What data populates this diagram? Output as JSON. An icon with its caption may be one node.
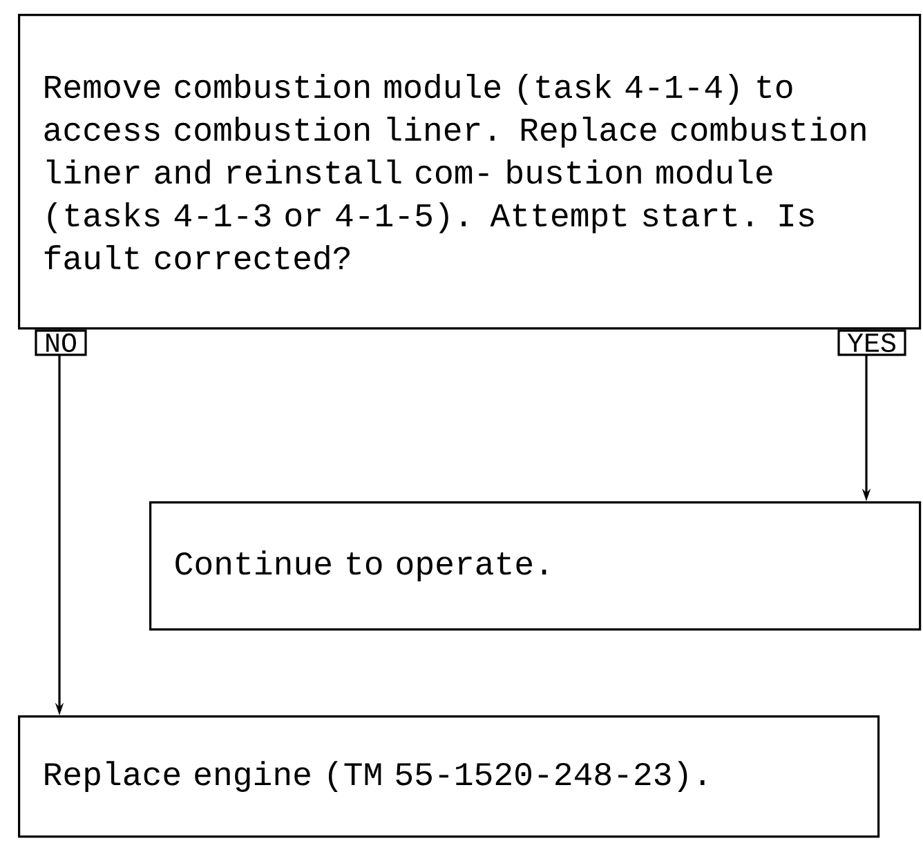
{
  "diagram": {
    "nodes": [
      {
        "text": [
          "Remove combustion module (task 4-1-4) to access combustion liner.  Replace combustion liner and reinstall com- bustion module (tasks 4-1-3 or 4-1-5). Attempt start.  Is fault corrected?"
        ]
      },
      {
        "text": [
          "Continue to operate."
        ]
      },
      {
        "text": [
          "Replace engine (TM 55-1520-248-23)."
        ]
      }
    ],
    "edges": [
      {
        "from": 0,
        "to": 1,
        "arrow": "to",
        "label": "YES"
      },
      {
        "from": 0,
        "to": 2,
        "arrow": "to",
        "label": "NO"
      }
    ]
  }
}
